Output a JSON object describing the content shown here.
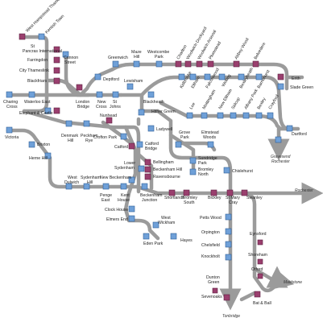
{
  "map": {
    "stations": {
      "west_hampstead": "West Hampstead Thameslink",
      "kentish_town": "Kentish Town",
      "st_pancras": "St Pancras International",
      "farringdon": "Farringdon",
      "city_thameslink": "City Thameslink",
      "blackfriars": "Blackfriars",
      "cannon_street": "Cannon Street",
      "charing_cross": "Charing Cross",
      "waterloo_east": "Waterloo East",
      "london_bridge": "London Bridge",
      "new_cross": "New Cross",
      "st_johns": "St Johns",
      "elephant": "Elephant & Castle",
      "victoria": "Victoria",
      "denmark_hill": "Denmark Hill",
      "peckham_rye": "Peckham Rye",
      "nunhead": "Nunhead",
      "crofton_park": "Crofton Park",
      "catford": "Catford",
      "catford_bridge": "Catford Bridge",
      "brixton": "Brixton",
      "herne_hill": "Herne Hill",
      "greenwich": "Greenwich",
      "maze_hill": "Maze Hill",
      "westcombe_park": "Westcombe Park",
      "deptford": "Deptford",
      "lewisham": "Lewisham",
      "blackheath": "Blackheath",
      "charlton": "Charlton",
      "woolwich_dockyard": "Woolwich Dockyard",
      "woolwich_arsenal": "Woolwich Arsenal",
      "plumstead": "Plumstead",
      "abbey_wood": "Abbey Wood",
      "belvedere": "Belvedere",
      "erith": "Erith",
      "slade_green": "Slade Green",
      "kidbrooke": "Kidbrooke",
      "eltham": "Eltham",
      "falconwood": "Falconwood",
      "welling": "Welling",
      "bexleyheath": "Bexleyheath",
      "barnehurst": "Barnehurst",
      "hither_green": "Hither Green",
      "lee": "Lee",
      "mottingham": "Mottingham",
      "new_eltham": "New Eltham",
      "sidcup": "Sidcup",
      "albany_park": "Albany Park",
      "bexley": "Bexley",
      "crayford": "Crayford",
      "dartford": "Dartford",
      "gravesend": "Gravesend Rochester",
      "ladywell": "Ladywell",
      "grove_park": "Grove Park",
      "elmstead_woods": "Elmstead Woods",
      "lower_sydenham": "Lower Sydenham",
      "bellingham": "Bellingham",
      "beckenham_hill": "Beckenham Hill",
      "ravensbourne": "Ravensbourne",
      "sundridge_park": "Sundridge Park",
      "bromley_north": "Bromley North",
      "chislehurst": "Chislehurst",
      "west_dulwich": "West Dulwich",
      "sydenham_hill": "Sydenham Hill",
      "new_beckenham": "New Beckenham",
      "penge_east": "Penge East",
      "kent_house": "Kent House",
      "beckenham_junction": "Beckenham Junction",
      "shortlands": "Shortlands",
      "bromley_south": "Bromley South",
      "bickley": "Bickley",
      "st_mary_cray": "St Mary Cray",
      "swanley": "Swanley",
      "rochester": "Rochester",
      "clock_house": "Clock House",
      "elmers_end": "Elmers End",
      "west_wickham": "West Wickham",
      "eden_park": "Eden Park",
      "hayes": "Hayes",
      "petts_wood": "Petts Wood",
      "orpington": "Orpington",
      "chelsfield": "Chelsfield",
      "knockholt": "Knockholt",
      "dunton_green": "Dunton Green",
      "sevenoaks": "Sevenoaks",
      "tonbridge": "Tonbridge",
      "eynsford": "Eynsford",
      "shoreham": "Shoreham",
      "otford": "Otford",
      "bat_ball": "Bat & Ball",
      "maidstone": "Maidstone"
    },
    "colors": {
      "line": "#9b9b9b",
      "station_a": "#6fa0d8",
      "station_b": "#9a3f6e"
    }
  }
}
